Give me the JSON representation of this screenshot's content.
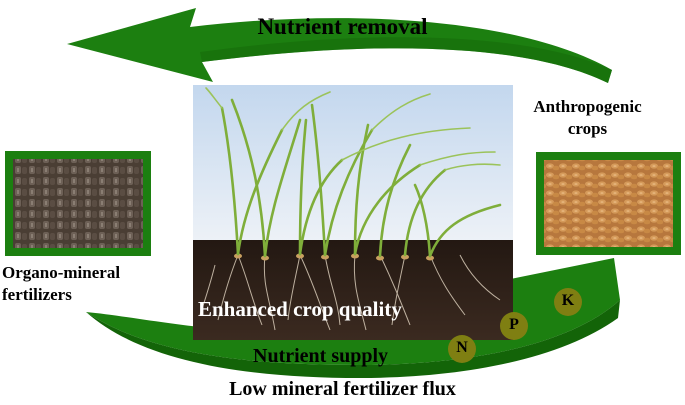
{
  "labels": {
    "top_arrow": "Nutrient removal",
    "crops": "Anthropogenic crops",
    "fertilizers": "Organo-mineral fertilizers",
    "crop_quality": "Enhanced crop quality",
    "supply": "Nutrient supply",
    "flux": "Low mineral fertilizer flux"
  },
  "nutrients": [
    "N",
    "P",
    "K"
  ],
  "colors": {
    "arrow_green": "#1c7f10",
    "arrow_dark": "#136408",
    "nutrient_circle": "#7f7f12",
    "sky_top": "#c9dbef",
    "soil": "#2a1d16"
  }
}
